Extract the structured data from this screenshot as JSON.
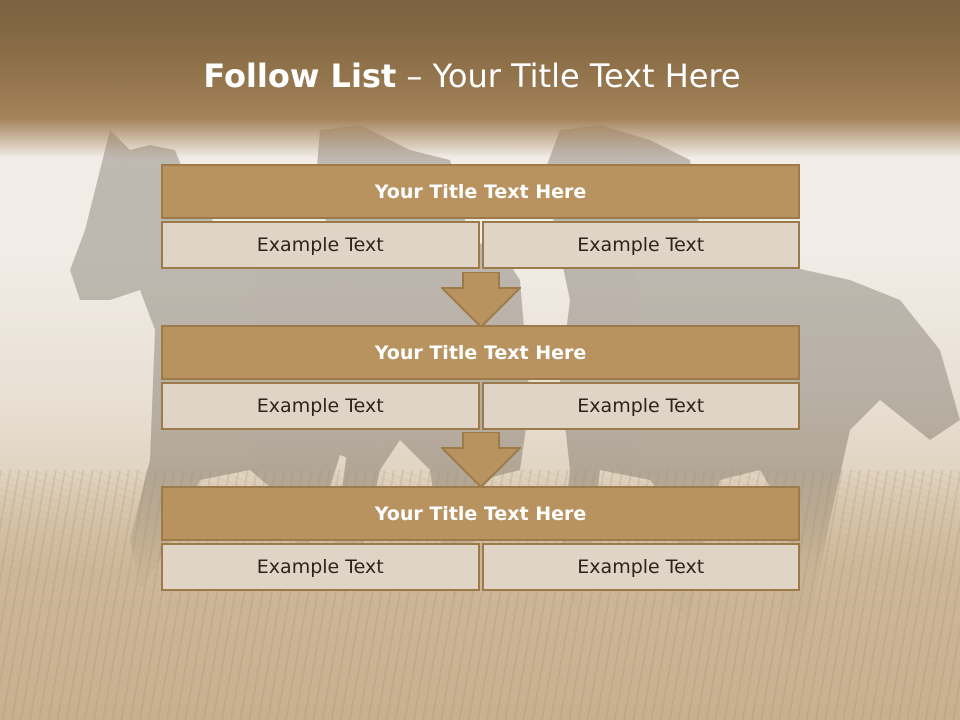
{
  "slide": {
    "title_bold": "Follow List",
    "title_rest": " – Your Title Text Here"
  },
  "boxes": [
    {
      "title": "Your Title Text Here",
      "left": "Example Text",
      "right": "Example Text"
    },
    {
      "title": "Your Title Text Here",
      "left": "Example Text",
      "right": "Example Text"
    },
    {
      "title": "Your Title Text Here",
      "left": "Example Text",
      "right": "Example Text"
    }
  ],
  "colors": {
    "box_header": "#b8925f",
    "box_border": "#9c7a4a",
    "cell_fill": "#e0d4c7",
    "header_band": "#8e7049"
  },
  "background": {
    "image": "horses-running-icon"
  }
}
